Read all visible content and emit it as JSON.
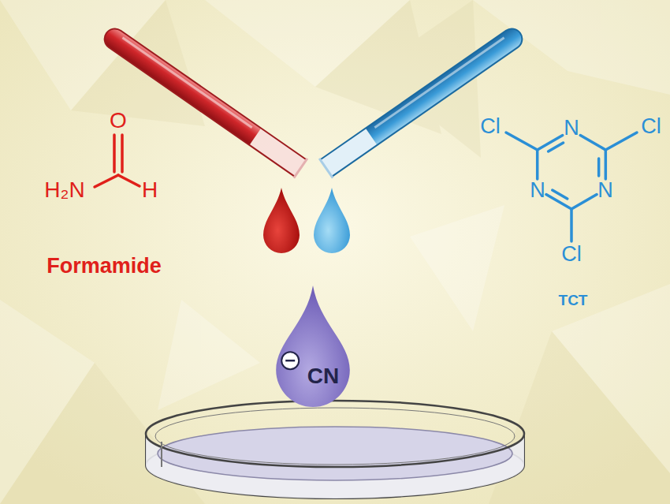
{
  "diagram": {
    "nodes": [
      {
        "text": [
          "CN"
        ]
      }
    ],
    "labels": [
      "O",
      "H₂N",
      "H",
      "Formamide",
      "Cl",
      "N",
      "Cl",
      "N",
      "N",
      "Cl",
      "TCT"
    ]
  }
}
